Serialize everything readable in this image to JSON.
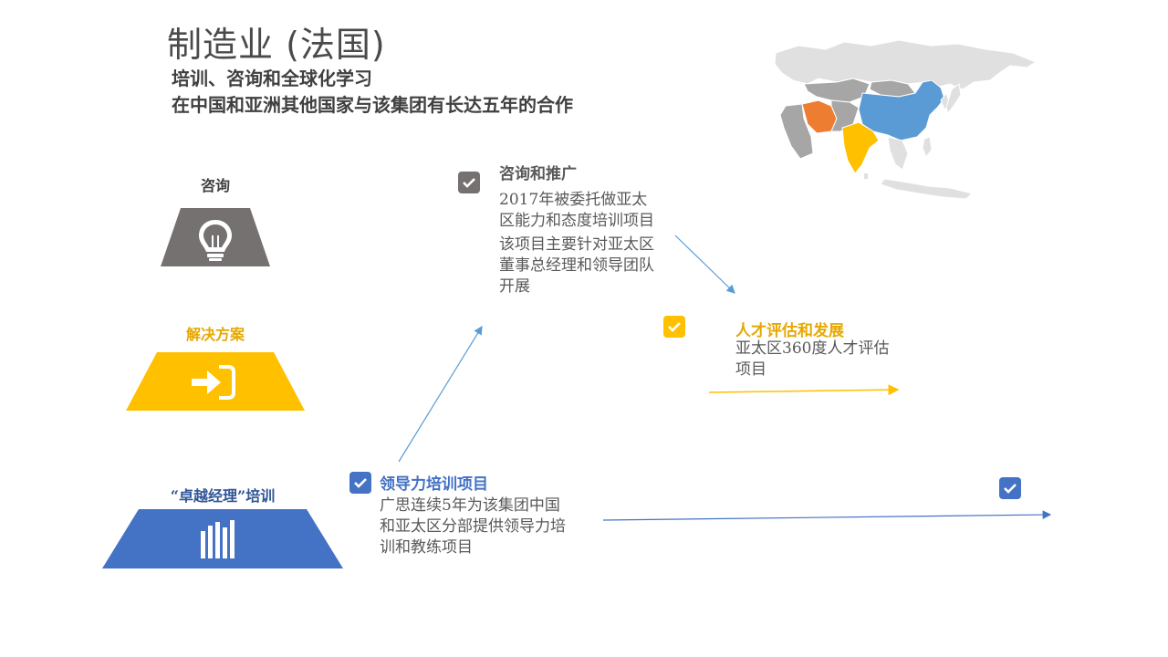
{
  "header": {
    "title": "制造业 (法国)",
    "subtitle_1": "培训、咨询和全球化学习",
    "subtitle_2": "在中国和亚洲其他国家与该集团有长达五年的合作"
  },
  "stages": [
    {
      "label": "咨询",
      "icon": "lightbulb-icon",
      "color": "#767171"
    },
    {
      "label": "解决方案",
      "icon": "sign-in-arrow-icon",
      "color": "#FFC000"
    },
    {
      "label": "“卓越经理”培训",
      "icon": "bar-chart-icon",
      "color": "#4472C4"
    }
  ],
  "milestones": {
    "consulting": {
      "title": "咨询和推广",
      "text_1": "2017年被委托做亚太区能力和态度培训项目",
      "text_2": "该项目主要针对亚太区董事总经理和领导团队开展",
      "color": "#767171"
    },
    "talent": {
      "title": "人才评估和发展",
      "text_1": "亚太区360度人才评估项目",
      "color": "#FFC000"
    },
    "leadership": {
      "title": "领导力培训项目",
      "text_1": "广思连续5年为该集团中国和亚太区分部提供领导力培训和教练项目",
      "color": "#4472C4"
    }
  },
  "map": {
    "highlight_colors": {
      "china": "#5B9BD5",
      "india": "#FFC000",
      "iran": "#ED7D31",
      "base": "#E0E0E0",
      "neighbors": "#A6A6A6"
    }
  }
}
